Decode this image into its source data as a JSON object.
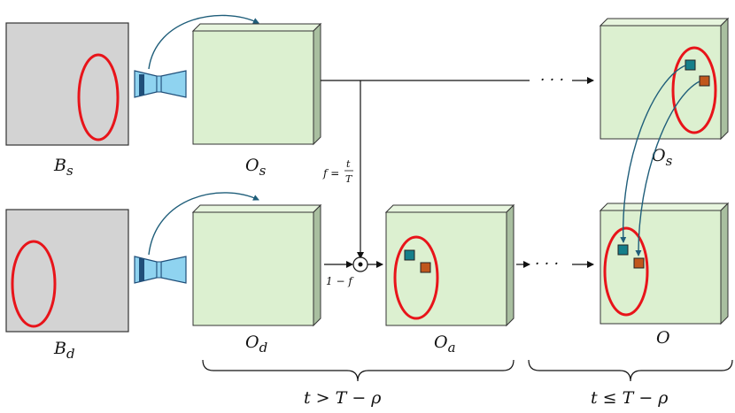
{
  "labels": {
    "bs_main": "B",
    "bs_sub": "s",
    "bd_main": "B",
    "bd_sub": "d",
    "os_main": "O",
    "os_sub": "s",
    "od_main": "O",
    "od_sub": "d",
    "oa_main": "O",
    "oa_sub": "a",
    "os2_main": "O",
    "os2_sub": "s",
    "o_final": "O",
    "f_eq": "f =",
    "f_num": "t",
    "f_den": "T",
    "one_minus_f": "1 − f",
    "odot": "⊙",
    "dots_top": "· · ·",
    "dots_bottom": "· · ·",
    "brace_left": "t > T  − ρ",
    "brace_right": "t ≤ T  − ρ"
  },
  "colors": {
    "image_fill": "#d3d3d3",
    "feature_fill": "#dcf0d0",
    "feature_side": "#a9bfa0",
    "ellipse": "#e8141a",
    "encoder_fill": "#8fd3f0",
    "encoder_dark": "#1f4e79",
    "curve": "#1f5e7a",
    "token_teal": "#157f8a",
    "token_orange": "#c0571c"
  }
}
